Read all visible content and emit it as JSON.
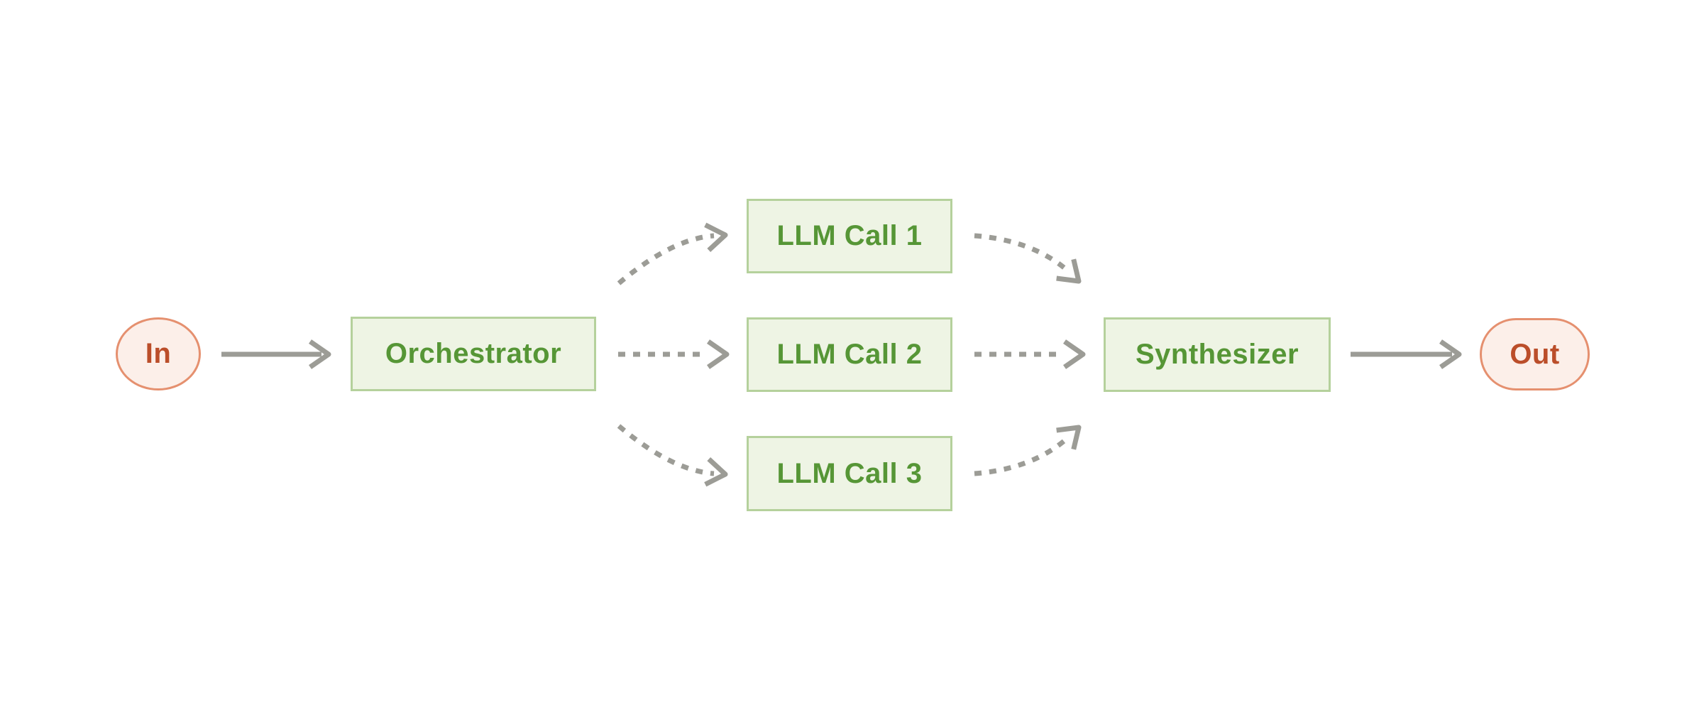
{
  "diagram": {
    "type": "flow-diagram",
    "nodes": {
      "in": {
        "label": "In",
        "shape": "ellipse"
      },
      "orchestrator": {
        "label": "Orchestrator",
        "shape": "rect"
      },
      "llm_call_1": {
        "label": "LLM Call 1",
        "shape": "rect"
      },
      "llm_call_2": {
        "label": "LLM Call 2",
        "shape": "rect"
      },
      "llm_call_3": {
        "label": "LLM Call 3",
        "shape": "rect"
      },
      "synthesizer": {
        "label": "Synthesizer",
        "shape": "rect"
      },
      "out": {
        "label": "Out",
        "shape": "pill"
      }
    },
    "edges": [
      {
        "from": "in",
        "to": "orchestrator",
        "style": "solid"
      },
      {
        "from": "orchestrator",
        "to": "llm_call_1",
        "style": "dashed"
      },
      {
        "from": "orchestrator",
        "to": "llm_call_2",
        "style": "dashed"
      },
      {
        "from": "orchestrator",
        "to": "llm_call_3",
        "style": "dashed"
      },
      {
        "from": "llm_call_1",
        "to": "synthesizer",
        "style": "dashed"
      },
      {
        "from": "llm_call_2",
        "to": "synthesizer",
        "style": "dashed"
      },
      {
        "from": "llm_call_3",
        "to": "synthesizer",
        "style": "dashed"
      },
      {
        "from": "synthesizer",
        "to": "out",
        "style": "solid"
      }
    ]
  },
  "colors": {
    "green_fill": "#eef4e4",
    "green_border": "#b5d19c",
    "green_text": "#569636",
    "pink_fill": "#fcefe9",
    "pink_border": "#e5906f",
    "red_text": "#bb4e2a",
    "arrow_gray": "#9c9c96",
    "background": "#ffffff"
  }
}
